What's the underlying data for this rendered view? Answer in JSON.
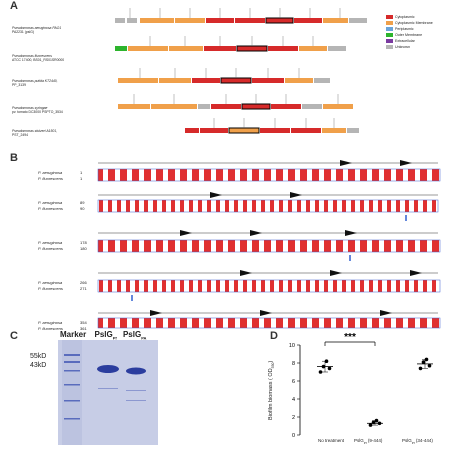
{
  "panels": {
    "a": "A",
    "b": "B",
    "c": "C",
    "d": "D"
  },
  "panel_a": {
    "organisms": [
      {
        "name": "Pseudomonas aeruginosa PAO1",
        "line2": "PA2231 (pslG)"
      },
      {
        "name": "Pseudomonas fluorescens",
        "line2": "ATCC 17400, BS01_RS01SR0000"
      },
      {
        "name": "Pseudomonas putida KT2440,",
        "line2": "PP_3139"
      },
      {
        "name": "Pseudomonas syringae",
        "line2": "pv. tomato DC3000 PSPTO_3534"
      },
      {
        "name": "Pseudomonas stutzeri A1501,",
        "line2": "PST_2494"
      }
    ],
    "legend": [
      {
        "label": "Cytoplasmic",
        "color": "#d62a2a"
      },
      {
        "label": "Cytoplasmic Membrane",
        "color": "#f0a04a"
      },
      {
        "label": "Periplasmic",
        "color": "#6aa3d8"
      },
      {
        "label": "Outer Membrane",
        "color": "#2db42d"
      },
      {
        "label": "Extracellular",
        "color": "#7a3aa0"
      },
      {
        "label": "Unknown",
        "color": "#b5b5b5"
      }
    ]
  },
  "panel_b": {
    "rows": [
      {
        "species": [
          "P. aeruginosa",
          "P. fluorescens"
        ],
        "nums": [
          "1",
          "1"
        ]
      },
      {
        "species": [
          "P. aeruginosa",
          "P. fluorescens"
        ],
        "nums": [
          "89",
          "90"
        ]
      },
      {
        "species": [
          "P. aeruginosa",
          "P. fluorescens"
        ],
        "nums": [
          "178",
          "180"
        ]
      },
      {
        "species": [
          "P. aeruginosa",
          "P. fluorescens"
        ],
        "nums": [
          "266",
          "271"
        ]
      },
      {
        "species": [
          "P. aeruginosa",
          "P. fluorescens"
        ],
        "nums": [
          "354",
          "361"
        ]
      }
    ]
  },
  "panel_c": {
    "lane_labels": [
      "Marker",
      "PslG",
      "PslG"
    ],
    "lane_subs": [
      "",
      "Pf",
      "PA"
    ],
    "mw_labels": [
      "55kD",
      "43kD"
    ]
  },
  "panel_d": {
    "ylabel": "Biofilm biomass ( OD",
    "ylabel_sub": "550",
    "ylabel_end": ")",
    "significance": "***",
    "groups": [
      {
        "name": "No treatment",
        "sub": "",
        "extra": ""
      },
      {
        "name": "PslG",
        "sub": "Pf",
        "extra": " (9-444)"
      },
      {
        "name": "PslG",
        "sub": "Pf",
        "extra": " (34-444)"
      }
    ]
  },
  "chart_data": {
    "type": "scatter",
    "ylabel": "Biofilm biomass ( OD550 )",
    "ylim": [
      0,
      10
    ],
    "yticks": [
      0,
      2,
      4,
      6,
      8,
      10
    ],
    "categories": [
      "No treatment",
      "PslGPf (9-444)",
      "PslGPf (34-444)"
    ],
    "series": [
      {
        "values": [
          [
            7.0,
            7.6,
            8.2,
            7.4
          ],
          [
            1.1,
            1.4,
            1.6,
            1.3
          ],
          [
            7.4,
            8.1,
            8.4,
            7.7
          ]
        ]
      }
    ],
    "means": [
      7.6,
      1.3,
      7.9
    ],
    "significance": "***"
  }
}
